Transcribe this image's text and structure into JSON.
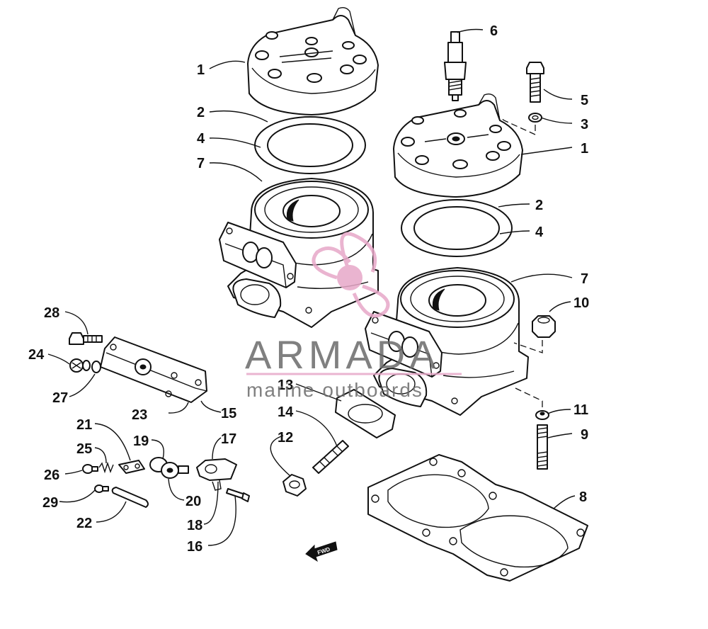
{
  "callouts": [
    {
      "id": "c1a",
      "text": "1"
    },
    {
      "id": "c2a",
      "text": "2"
    },
    {
      "id": "c4a",
      "text": "4"
    },
    {
      "id": "c7a",
      "text": "7"
    },
    {
      "id": "c6",
      "text": "6"
    },
    {
      "id": "c5",
      "text": "5"
    },
    {
      "id": "c3",
      "text": "3"
    },
    {
      "id": "c1b",
      "text": "1"
    },
    {
      "id": "c2b",
      "text": "2"
    },
    {
      "id": "c4b",
      "text": "4"
    },
    {
      "id": "c7b",
      "text": "7"
    },
    {
      "id": "c10",
      "text": "10"
    },
    {
      "id": "c28",
      "text": "28"
    },
    {
      "id": "c24",
      "text": "24"
    },
    {
      "id": "c27",
      "text": "27"
    },
    {
      "id": "c23",
      "text": "23"
    },
    {
      "id": "c15",
      "text": "15"
    },
    {
      "id": "c13",
      "text": "13"
    },
    {
      "id": "c14",
      "text": "14"
    },
    {
      "id": "c12",
      "text": "12"
    },
    {
      "id": "c11",
      "text": "11"
    },
    {
      "id": "c9",
      "text": "9"
    },
    {
      "id": "c8",
      "text": "8"
    },
    {
      "id": "c21",
      "text": "21"
    },
    {
      "id": "c25",
      "text": "25"
    },
    {
      "id": "c26",
      "text": "26"
    },
    {
      "id": "c19",
      "text": "19"
    },
    {
      "id": "c20",
      "text": "20"
    },
    {
      "id": "c17",
      "text": "17"
    },
    {
      "id": "c18",
      "text": "18"
    },
    {
      "id": "c16",
      "text": "16"
    },
    {
      "id": "c29",
      "text": "29"
    },
    {
      "id": "c22",
      "text": "22"
    }
  ],
  "fwd_label": "FWD",
  "watermark": {
    "title": "ARMADA",
    "subtitle": "marine outboards",
    "color_text": "#6b6b6b",
    "color_accent": "#e7a8c8"
  }
}
